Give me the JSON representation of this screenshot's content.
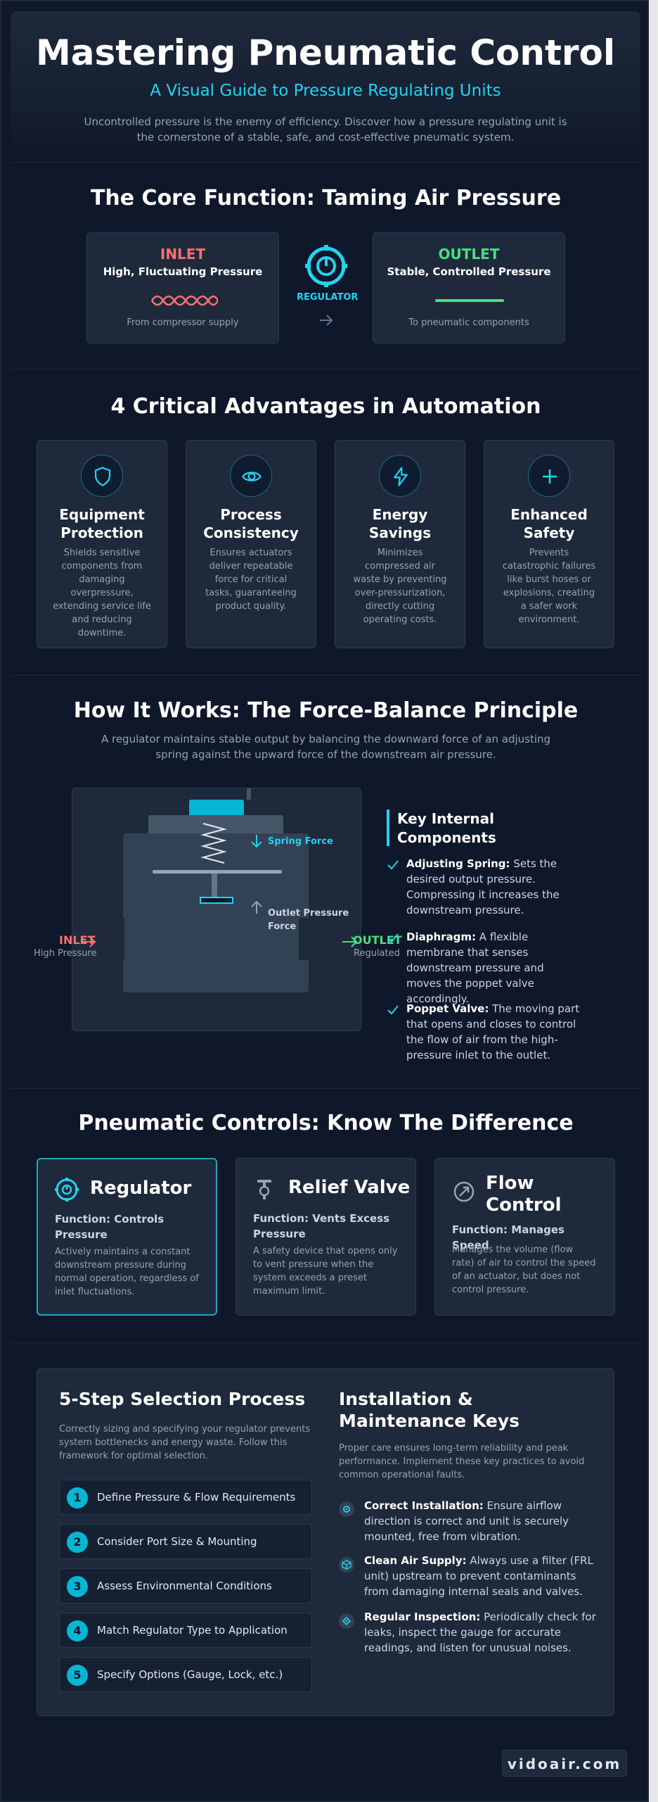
{
  "hero": {
    "title": "Mastering Pneumatic Control",
    "subtitle": "A Visual Guide to Pressure Regulating Units",
    "intro": "Uncontrolled pressure is the enemy of efficiency. Discover how a pressure regulating unit is the cornerstone of a stable, safe, and cost-effective pneumatic system."
  },
  "core": {
    "title": "The Core Function: Taming Air Pressure",
    "inlet": {
      "head": "INLET",
      "sub": "High, Fluctuating Pressure",
      "foot": "From compressor supply"
    },
    "regulator_label": "REGULATOR",
    "outlet": {
      "head": "OUTLET",
      "sub": "Stable, Controlled Pressure",
      "foot": "To pneumatic components"
    }
  },
  "advantages": {
    "title": "4 Critical Advantages in Automation",
    "items": [
      {
        "icon": "shield-icon",
        "title": "Equipment Protection",
        "desc": "Shields sensitive components from damaging overpressure, extending service life and reducing downtime."
      },
      {
        "icon": "eye-icon",
        "title": "Process Consistency",
        "desc": "Ensures actuators deliver repeatable force for critical tasks, guaranteeing product quality."
      },
      {
        "icon": "lightning-icon",
        "title": "Energy Savings",
        "desc": "Minimizes compressed air waste by preventing over-pressurization, directly cutting operating costs."
      },
      {
        "icon": "plus-icon",
        "title": "Enhanced Safety",
        "desc": "Prevents catastrophic failures like burst hoses or explosions, creating a safer work environment."
      }
    ]
  },
  "force": {
    "title": "How It Works: The Force-Balance Principle",
    "subtitle": "A regulator maintains stable output by balancing the downward force of an adjusting spring against the upward force of the downstream air pressure.",
    "diagram": {
      "spring_force": "Spring Force",
      "outlet_force": "Outlet Pressure Force",
      "inlet": "INLET",
      "inlet_sub": "High Pressure",
      "outlet": "OUTLET",
      "outlet_sub": "Regulated"
    },
    "key_title": "Key Internal Components",
    "components": [
      {
        "name": "Adjusting Spring:",
        "desc": " Sets the desired output pressure. Compressing it increases the downstream pressure."
      },
      {
        "name": "Diaphragm:",
        "desc": " A flexible membrane that senses downstream pressure and moves the poppet valve accordingly."
      },
      {
        "name": "Poppet Valve:",
        "desc": " The moving part that opens and closes to control the flow of air from the high-pressure inlet to the outlet."
      }
    ]
  },
  "difference": {
    "title": "Pneumatic Controls: Know The Difference",
    "items": [
      {
        "icon": "regulator-icon",
        "title": "Regulator",
        "func": "Function: Controls Pressure",
        "desc": "Actively maintains a constant downstream pressure during normal operation, regardless of inlet fluctuations."
      },
      {
        "icon": "relief-valve-icon",
        "title": "Relief Valve",
        "func": "Function: Vents Excess Pressure",
        "desc": "A safety device that opens only to vent pressure when the system exceeds a preset maximum limit."
      },
      {
        "icon": "flow-control-icon",
        "title": "Flow Control",
        "func": "Function: Manages Speed",
        "desc": "Manages the volume (flow rate) of air to control the speed of an actuator, but does not control pressure."
      }
    ]
  },
  "selection": {
    "title": "5-Step Selection Process",
    "intro": "Correctly sizing and specifying your regulator prevents system bottlenecks and energy waste. Follow this framework for optimal selection.",
    "steps": [
      {
        "num": "1",
        "label": "Define Pressure & Flow Requirements"
      },
      {
        "num": "2",
        "label": "Consider Port Size & Mounting"
      },
      {
        "num": "3",
        "label": "Assess Environmental Conditions"
      },
      {
        "num": "4",
        "label": "Match Regulator Type to Application"
      },
      {
        "num": "5",
        "label": "Specify Options (Gauge, Lock, etc.)"
      }
    ]
  },
  "maintenance": {
    "title": "Installation & Maintenance Keys",
    "intro": "Proper care ensures long-term reliability and peak performance. Implement these key practices to avoid common operational faults.",
    "items": [
      {
        "icon": "wrench-icon",
        "name": "Correct Installation:",
        "desc": " Ensure airflow direction is correct and unit is securely mounted, free from vibration."
      },
      {
        "icon": "filter-icon",
        "name": "Clean Air Supply:",
        "desc": " Always use a filter (FRL unit) upstream to prevent contaminants from damaging internal seals and valves."
      },
      {
        "icon": "inspect-icon",
        "name": "Regular Inspection:",
        "desc": " Periodically check for leaks, inspect the gauge for accurate readings, and listen for unusual noises."
      }
    ]
  },
  "footer": {
    "brand": "vidoair.com"
  },
  "colors": {
    "accent": "#22d3ee",
    "inlet": "#f87171",
    "outlet": "#4ade80",
    "background": "#0f172a"
  }
}
